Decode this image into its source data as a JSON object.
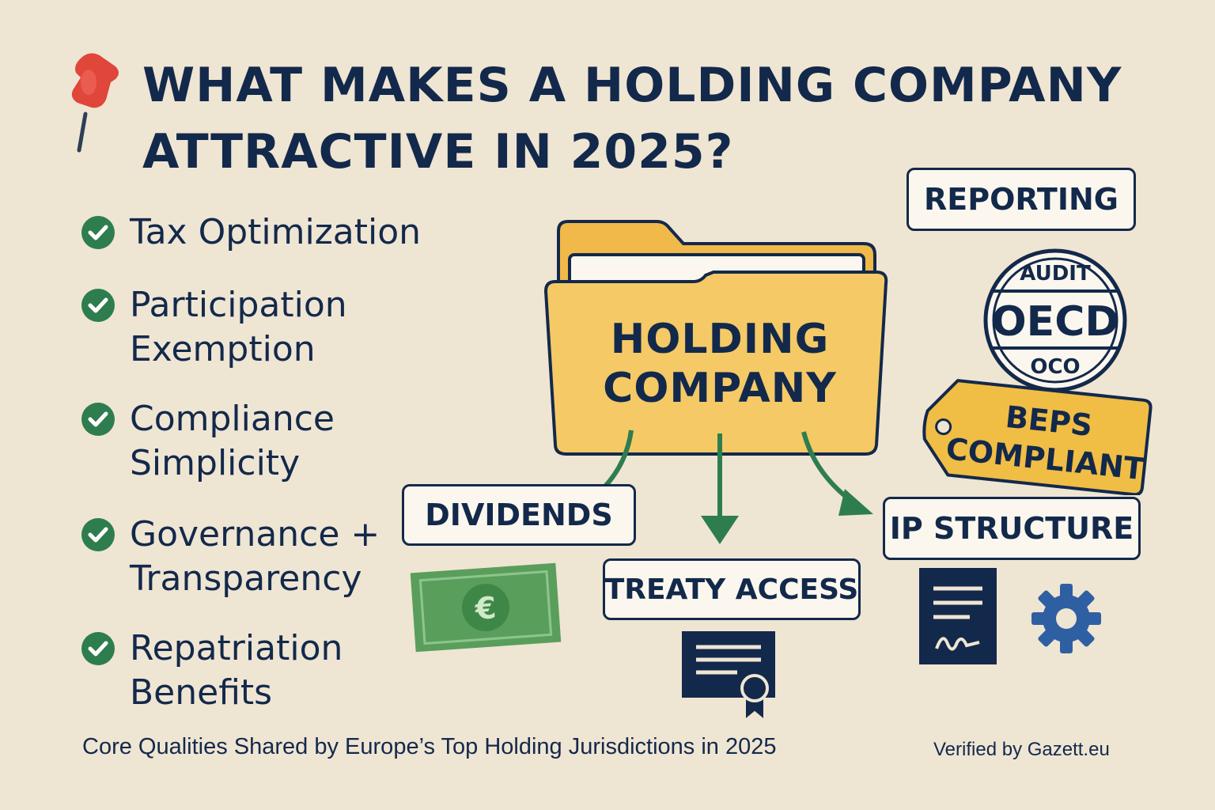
{
  "title": {
    "line1": "WHAT MAKES A HOLDING COMPANY",
    "line2": "ATTRACTIVE IN 2025?"
  },
  "icons": {
    "pin": "pushpin-icon",
    "check": "check-circle-icon",
    "banknote": "euro-banknote-icon",
    "certificate": "certificate-icon",
    "contract": "signed-document-icon",
    "gear": "gear-icon",
    "stamp": "audit-stamp-icon",
    "tag": "price-tag-icon"
  },
  "checklist": [
    {
      "line1": "Tax Optimization",
      "line2": ""
    },
    {
      "line1": "Participation",
      "line2": "Exemption"
    },
    {
      "line1": "Compliance",
      "line2": "Simplicity"
    },
    {
      "line1": "Governance +",
      "line2": "Transparency"
    },
    {
      "line1": "Repatriation",
      "line2": "Benefits"
    }
  ],
  "folder": {
    "line1": "HOLDING",
    "line2": "COMPANY"
  },
  "labels": {
    "reporting": "REPORTING",
    "dividends": "DIVIDENDS",
    "treaty_access": "TREATY ACCESS",
    "ip_structure": "IP STRUCTURE"
  },
  "stamp": {
    "top": "AUDIT",
    "middle": "OECD",
    "bottom": "OCO"
  },
  "tag": {
    "line1": "BEPS",
    "line2": "COMPLIANT"
  },
  "footer": {
    "caption": "Core Qualities Shared by Europe’s Top Holding  Jurisdictions in 2025",
    "verified": "Verified by Gazett.eu"
  },
  "colors": {
    "background": "#efe5d3",
    "navy": "#13294b",
    "green": "#2e7d4f",
    "folder": "#f5c965",
    "red_pin": "#e0463a",
    "blue_gear": "#2f5fa3"
  }
}
